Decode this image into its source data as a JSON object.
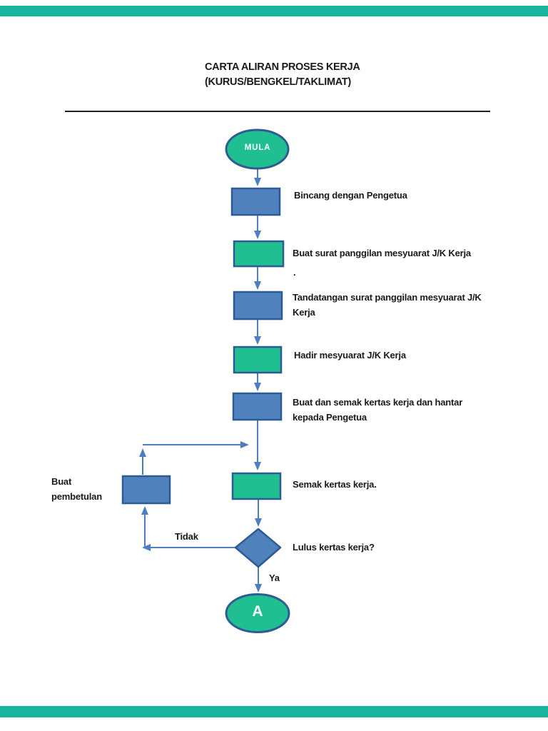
{
  "page": {
    "title_line1": "CARTA ALIRAN PROSES KERJA",
    "title_line2": "(KURUS/BENGKEL/TAKLIMAT)"
  },
  "colors": {
    "viewer_bar": "#17b5a0",
    "green": "#1fbf92",
    "blue": "#4f81bd",
    "shape_border": "#2f5b94",
    "connector": "#4e7ec1",
    "text": "#1a1a1a"
  },
  "flowchart": {
    "start": {
      "label": "MULA"
    },
    "steps": [
      {
        "lines": [
          "Bincang dengan Pengetua",
          ""
        ]
      },
      {
        "lines": [
          "Buat surat panggilan mesyuarat J/K Kerja",
          ""
        ]
      },
      {
        "lines": [
          "Tandatangan surat panggilan mesyuarat J/K",
          "Kerja"
        ]
      },
      {
        "lines": [
          "Hadir mesyuarat J/K Kerja",
          ""
        ]
      },
      {
        "lines": [
          "Buat dan semak kertas kerja dan hantar",
          "kepada Pengetua"
        ]
      },
      {
        "lines": [
          "Semak kertas kerja.",
          ""
        ]
      }
    ],
    "stray_period": ".",
    "decision": {
      "question": "Lulus kertas kerja?",
      "no_label": "Tidak",
      "yes_label": "Ya"
    },
    "loop": {
      "lines": [
        "Buat",
        "pembetulan"
      ]
    },
    "end": {
      "label": "A"
    }
  }
}
